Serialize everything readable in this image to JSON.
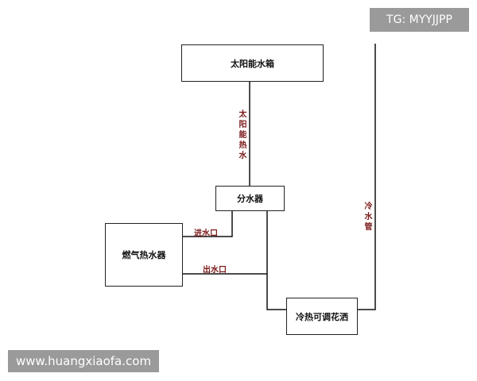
{
  "watermark_top": "TG: MYYJJPP",
  "watermark_bottom": "www.huangxiaofa.com",
  "boxes": {
    "solar_tank": "太阳能水箱",
    "splitter": "分水器",
    "gas_heater": "燃气热水器",
    "shower": "冷热可调花洒"
  },
  "labels": {
    "solar_hot_water": "太阳能热水",
    "water_inlet": "进水口",
    "water_outlet": "出水口",
    "cold_pipe": "冷水管"
  }
}
